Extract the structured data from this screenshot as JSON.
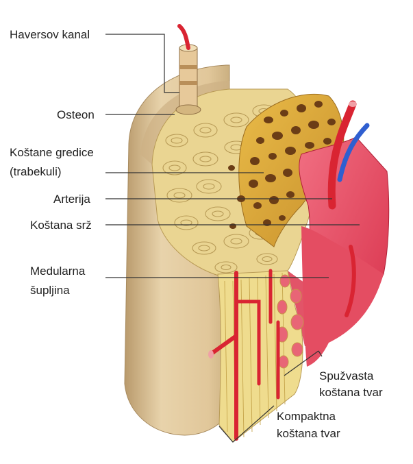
{
  "labels": {
    "haversov_kanal": "Haversov kanal",
    "osteon": "Osteon",
    "kostane_gredice_1": "Koštane gredice",
    "kostane_gredice_2": "(trabekuli)",
    "arterija": "Arterija",
    "kostana_srz": "Koštana srž",
    "medularna_1": "Medularna",
    "medularna_2": "šupljina",
    "spuzvasta_1": "Spužvasta",
    "spuzvasta_2": "koštana tvar",
    "kompaktna_1": "Kompaktna",
    "kompaktna_2": "koštana tvar"
  },
  "colors": {
    "outer_bone": "#e6cfa4",
    "outer_bone_shadow": "#cdb185",
    "compact_bone": "#ecd692",
    "spongy_bone": "#d9a83a",
    "marrow": "#e8485f",
    "artery": "#d92432",
    "vein": "#2f5fd0",
    "leader_line": "#333333"
  }
}
